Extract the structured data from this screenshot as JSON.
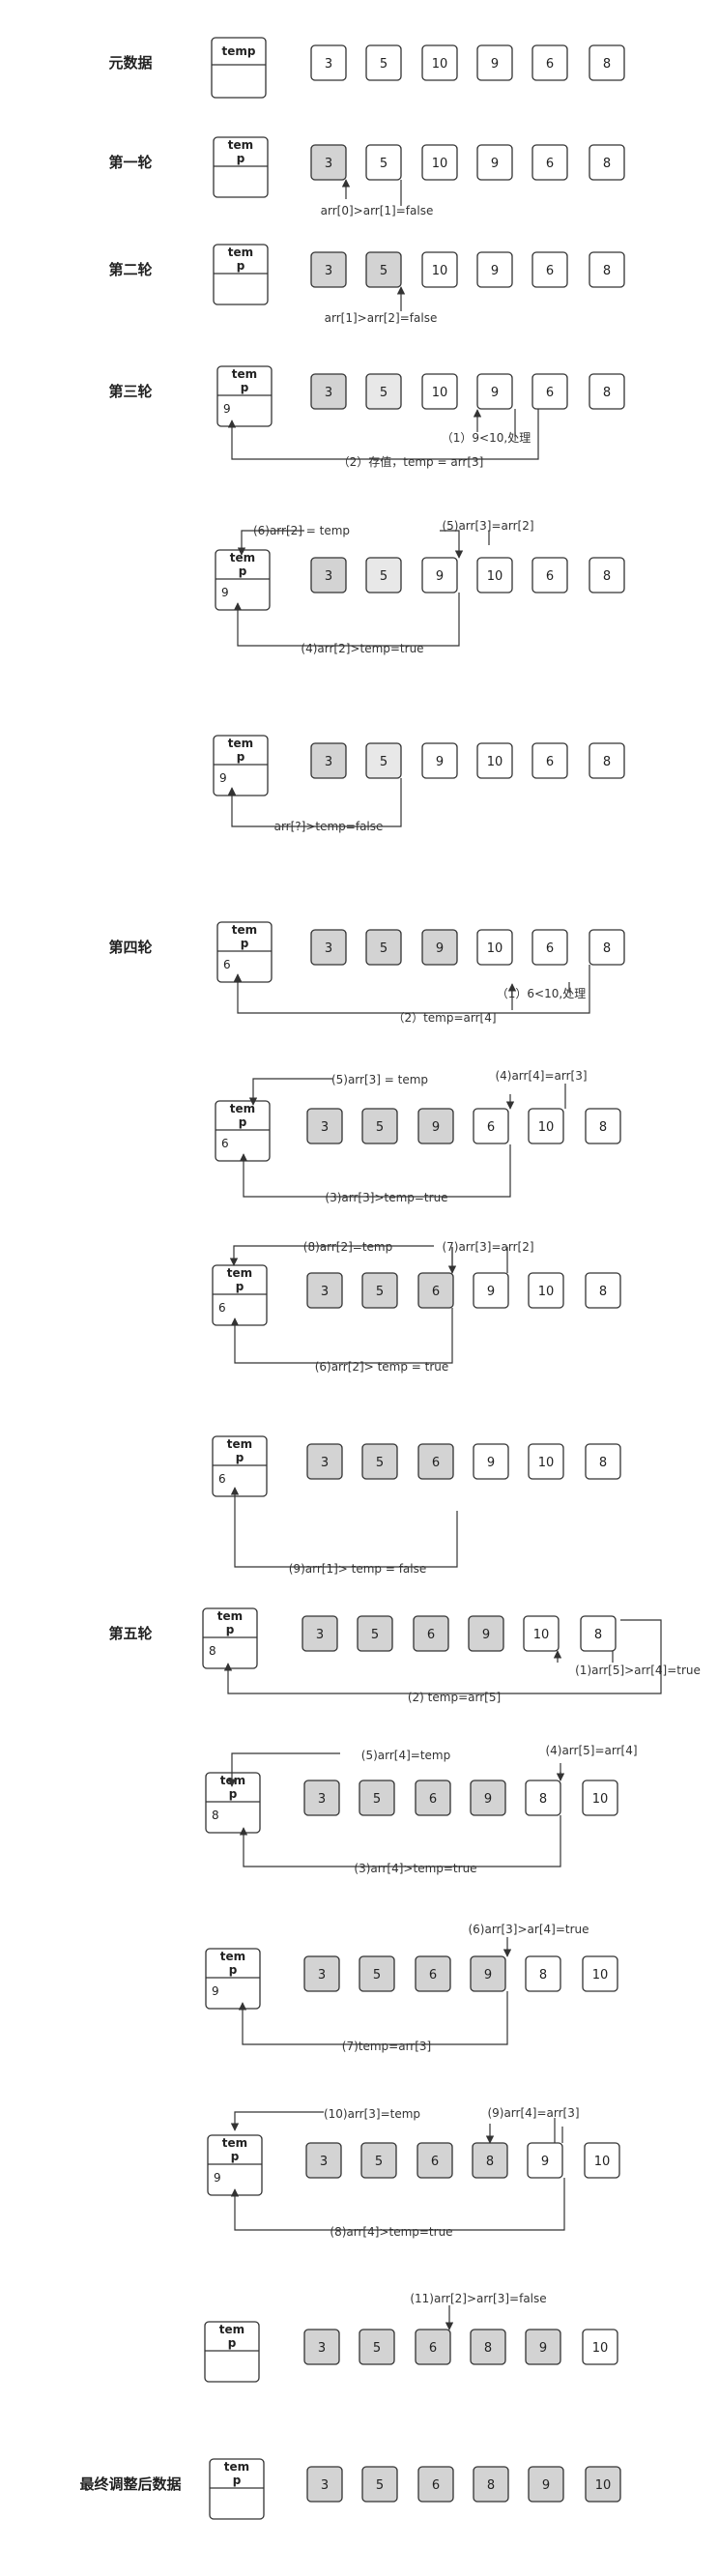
{
  "temp_label": "temp",
  "temp_label_wrapped": [
    "tem",
    "p"
  ],
  "colors": {
    "gray_fill": "#d3d3d3",
    "light_fill": "#e8e8e8",
    "white_fill": "#ffffff",
    "stroke": "#333333",
    "text": "#222222"
  },
  "rows": [
    {
      "label": "元数据",
      "temp_value": "",
      "values": [
        "3",
        "5",
        "10",
        "9",
        "6",
        "8"
      ],
      "fills": [
        "w",
        "w",
        "w",
        "w",
        "w",
        "w"
      ]
    },
    {
      "label": "第一轮",
      "temp_value": "",
      "values": [
        "3",
        "5",
        "10",
        "9",
        "6",
        "8"
      ],
      "fills": [
        "g",
        "w",
        "w",
        "w",
        "w",
        "w"
      ]
    },
    {
      "label": "第二轮",
      "temp_value": "",
      "values": [
        "3",
        "5",
        "10",
        "9",
        "6",
        "8"
      ],
      "fills": [
        "g",
        "g",
        "w",
        "w",
        "w",
        "w"
      ]
    },
    {
      "label": "第三轮",
      "temp_value": "9",
      "values": [
        "3",
        "5",
        "10",
        "9",
        "6",
        "8"
      ],
      "fills": [
        "g",
        "l",
        "w",
        "w",
        "w",
        "w"
      ]
    },
    {
      "label": "",
      "temp_value": "9",
      "values": [
        "3",
        "5",
        "9",
        "10",
        "6",
        "8"
      ],
      "fills": [
        "g",
        "l",
        "w",
        "w",
        "w",
        "w"
      ]
    },
    {
      "label": "",
      "temp_value": "9",
      "values": [
        "3",
        "5",
        "9",
        "10",
        "6",
        "8"
      ],
      "fills": [
        "g",
        "l",
        "w",
        "w",
        "w",
        "w"
      ]
    },
    {
      "label": "第四轮",
      "temp_value": "6",
      "values": [
        "3",
        "5",
        "9",
        "10",
        "6",
        "8"
      ],
      "fills": [
        "g",
        "g",
        "g",
        "w",
        "w",
        "w"
      ]
    },
    {
      "label": "",
      "temp_value": "6",
      "values": [
        "3",
        "5",
        "9",
        "6",
        "10",
        "8"
      ],
      "fills": [
        "g",
        "g",
        "g",
        "w",
        "w",
        "w"
      ]
    },
    {
      "label": "",
      "temp_value": "6",
      "values": [
        "3",
        "5",
        "6",
        "9",
        "10",
        "8"
      ],
      "fills": [
        "g",
        "g",
        "g",
        "w",
        "w",
        "w"
      ]
    },
    {
      "label": "",
      "temp_value": "6",
      "values": [
        "3",
        "5",
        "6",
        "9",
        "10",
        "8"
      ],
      "fills": [
        "g",
        "g",
        "g",
        "w",
        "w",
        "w"
      ]
    },
    {
      "label": "第五轮",
      "temp_value": "8",
      "values": [
        "3",
        "5",
        "6",
        "9",
        "10",
        "8"
      ],
      "fills": [
        "g",
        "g",
        "g",
        "g",
        "w",
        "w"
      ]
    },
    {
      "label": "",
      "temp_value": "8",
      "values": [
        "3",
        "5",
        "6",
        "9",
        "8",
        "10"
      ],
      "fills": [
        "g",
        "g",
        "g",
        "g",
        "w",
        "w"
      ]
    },
    {
      "label": "",
      "temp_value": "9",
      "values": [
        "3",
        "5",
        "6",
        "9",
        "8",
        "10"
      ],
      "fills": [
        "g",
        "g",
        "g",
        "g",
        "w",
        "w"
      ]
    },
    {
      "label": "",
      "temp_value": "9",
      "values": [
        "3",
        "5",
        "6",
        "8",
        "9",
        "10"
      ],
      "fills": [
        "g",
        "g",
        "g",
        "g",
        "w",
        "w"
      ]
    },
    {
      "label": "",
      "temp_value": "",
      "values": [
        "3",
        "5",
        "6",
        "8",
        "9",
        "10"
      ],
      "fills": [
        "g",
        "g",
        "g",
        "g",
        "g",
        "w"
      ]
    },
    {
      "label": "最终调整后数据",
      "temp_value": "",
      "values": [
        "3",
        "5",
        "6",
        "8",
        "9",
        "10"
      ],
      "fills": [
        "g",
        "g",
        "g",
        "g",
        "g",
        "g"
      ]
    }
  ],
  "annotations": [
    "arr[0]>arr[1]=false",
    "arr[1]>arr[2]=false",
    "（1）9<10,处理",
    "（2）存值，temp = arr[3]",
    "(6)arr[2] = temp",
    "(5)arr[3]=arr[2]",
    "(4)arr[2]>temp=true",
    "arr[?]>temp=false",
    "（1）6<10,处理",
    "（2）temp=arr[4]",
    "(5)arr[3] = temp",
    "(4)arr[4]=arr[3]",
    "(3)arr[3]>temp=true",
    "(8)arr[2]=temp",
    "(7)arr[3]=arr[2]",
    "(6)arr[2]> temp = true",
    "(9)arr[1]> temp = false",
    "(1)arr[5]>arr[4]=true",
    "(2) temp=arr[5]",
    "(5)arr[4]=temp",
    "(4)arr[5]=arr[4]",
    "(3)arr[4]>temp=true",
    "(6)arr[3]>ar[4]=true",
    "(7)temp=arr[3]",
    "(10)arr[3]=temp",
    "(9)arr[4]=arr[3]",
    "(8)arr[4]>temp=true",
    "(11)arr[2]>arr[3]=false"
  ]
}
